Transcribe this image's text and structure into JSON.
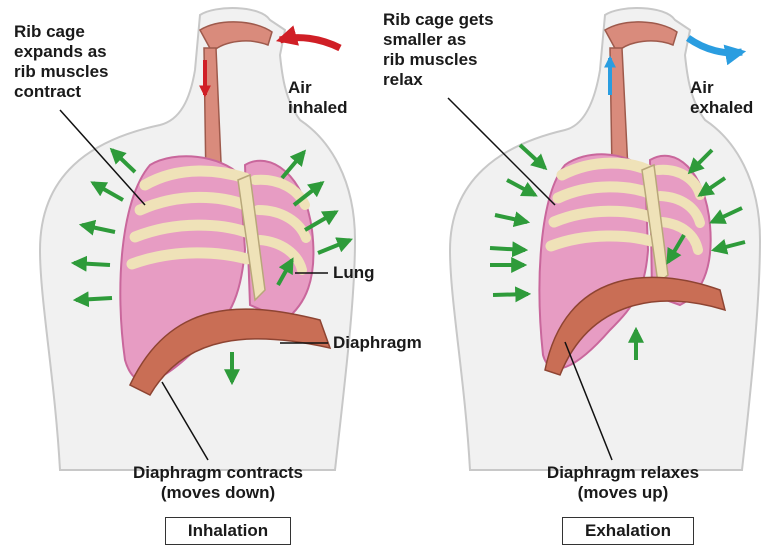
{
  "left_panel": {
    "rib_label": "Rib cage\nexpands as\nrib muscles\ncontract",
    "air_label": "Air\ninhaled",
    "lung_label": "Lung",
    "diaphragm_label": "Diaphragm",
    "bottom_label": "Diaphragm contracts\n(moves down)",
    "caption": "Inhalation"
  },
  "right_panel": {
    "rib_label": "Rib cage gets\nsmaller as\nrib muscles\nrelax",
    "air_label": "Air\nexhaled",
    "bottom_label": "Diaphragm relaxes\n(moves up)",
    "caption": "Exhalation"
  },
  "colors": {
    "body_fill": "#f1f1f1",
    "body_outline": "#c8c8c8",
    "lung": "#e79cc3",
    "lung_dark": "#c9679c",
    "rib": "#efe2b8",
    "rib_outline": "#b8a77a",
    "diaphragm": "#c96e55",
    "trachea": "#d98b7c",
    "arrow_green": "#2e9b3a",
    "arrow_red": "#d01f26",
    "arrow_blue": "#2a9de0"
  }
}
